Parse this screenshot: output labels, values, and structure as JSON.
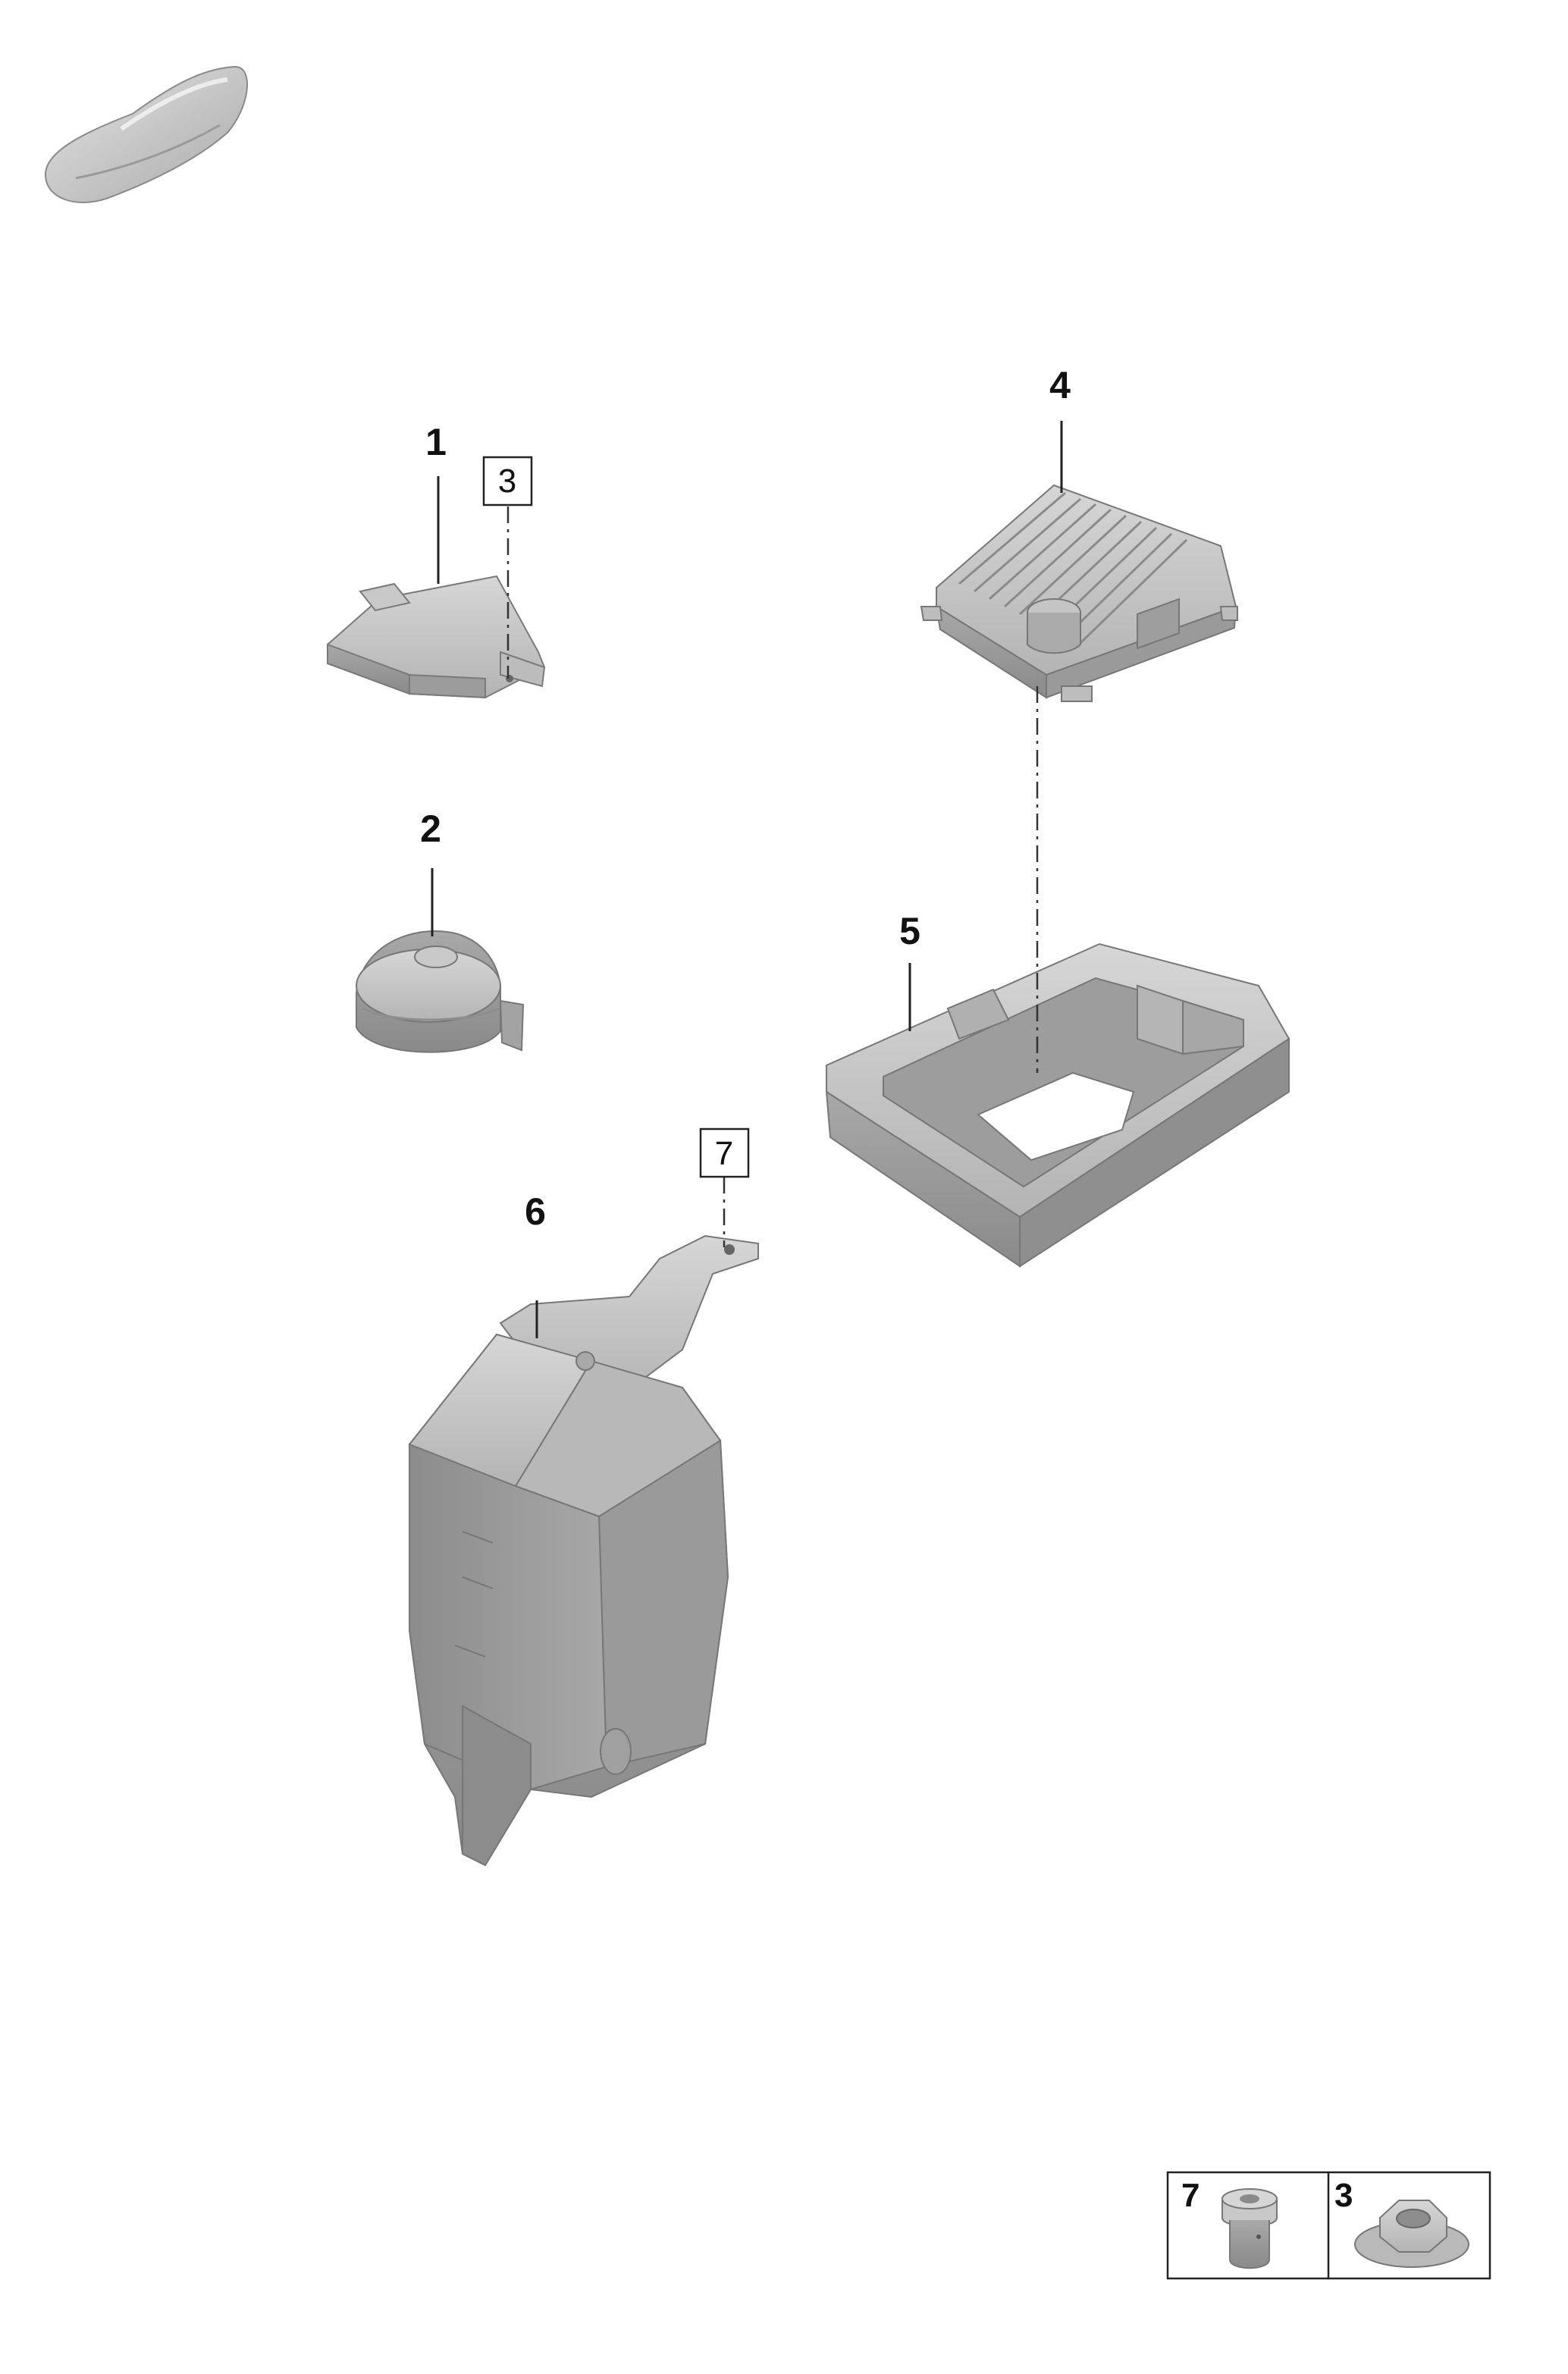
{
  "callouts": {
    "p1": "1",
    "p2": "2",
    "p4": "4",
    "p5": "5",
    "p6": "6"
  },
  "boxed_refs": {
    "b3": "3",
    "b7": "7"
  },
  "legend": {
    "item_7": "7",
    "item_3": "3"
  },
  "icons": {
    "car": "car-silhouette-icon",
    "part1": "control-module-icon",
    "part2": "siren-horn-icon",
    "part4": "finned-control-unit-icon",
    "part5": "mounting-tray-icon",
    "part6": "bracketed-module-icon",
    "part7": "spacer-sleeve-icon",
    "part3": "flange-nut-icon"
  }
}
